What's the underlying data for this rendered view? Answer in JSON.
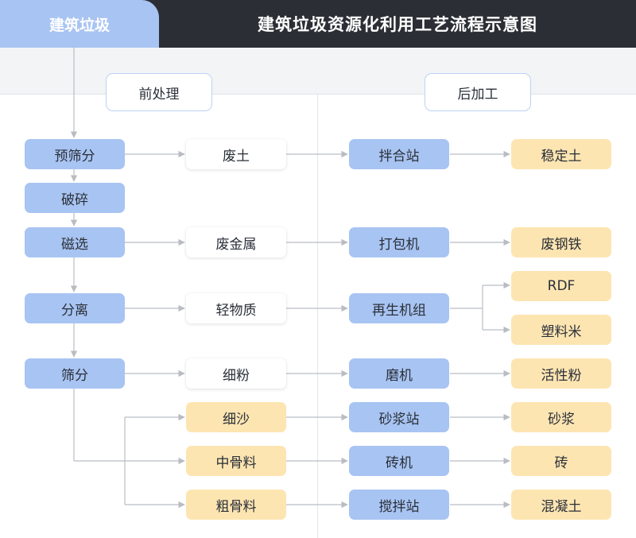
{
  "header": {
    "source_label": "建筑垃圾",
    "title": "建筑垃圾资源化利用工艺流程示意图"
  },
  "stages": {
    "pre": "前处理",
    "post": "后加工"
  },
  "pretreatment_steps": [
    "预筛分",
    "破碎",
    "磁选",
    "分离",
    "筛分"
  ],
  "intermediates": [
    "废土",
    "废金属",
    "轻物质",
    "细粉",
    "细沙",
    "中骨料",
    "粗骨料"
  ],
  "processes": [
    "拌合站",
    "打包机",
    "再生机组",
    "磨机",
    "砂浆站",
    "砖机",
    "搅拌站"
  ],
  "products": [
    "稳定土",
    "废钢铁",
    "RDF",
    "塑料米",
    "活性粉",
    "砂浆",
    "砖",
    "混凝土"
  ],
  "colors": {
    "header_bg": "#2b2f35",
    "step_blue": "#a8c4f2",
    "product_yellow": "#fde5b2",
    "line_gray": "#b9bdc3"
  }
}
